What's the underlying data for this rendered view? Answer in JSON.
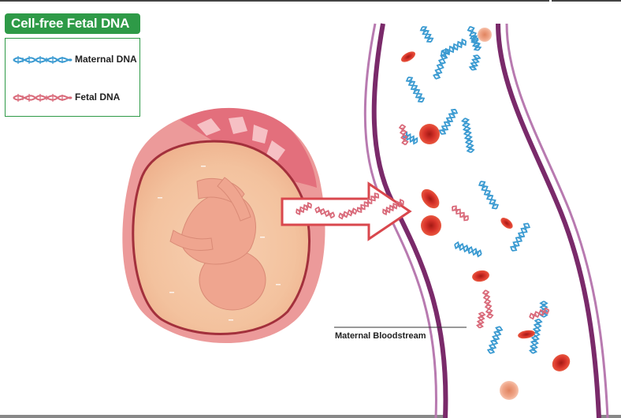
{
  "title": "Cell-free Fetal DNA",
  "legend": {
    "maternal_label": "Maternal DNA",
    "fetal_label": "Fetal DNA"
  },
  "labels": {
    "bloodstream": "Maternal Bloodstream"
  },
  "colors": {
    "title_bg": "#2e9a47",
    "maternal_dna": "#3a9ad1",
    "fetal_dna": "#d96a7a",
    "vessel": "#7a2a6a",
    "red_cell": "#d8332a",
    "womb": "#ec9a9a",
    "fetus": "#f3c6a6"
  },
  "icons": {
    "maternal": "dna-helix-blue-icon",
    "fetal": "dna-helix-pink-icon",
    "arrow": "transfer-arrow-icon"
  }
}
